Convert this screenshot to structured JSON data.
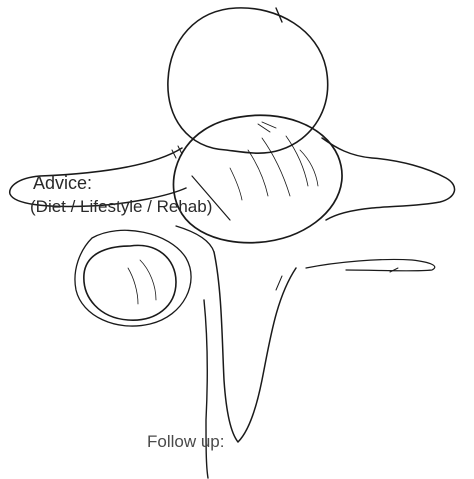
{
  "form": {
    "advice_label": "Advice:",
    "advice_subtitle": "(Diet / Lifestyle / Rehab)",
    "followup_label": "Follow up:"
  },
  "drawing": {
    "kind": "hand-drawn vertebra diagram",
    "ink_color": "#1a1a1a",
    "paper_color": "#ffffff"
  }
}
